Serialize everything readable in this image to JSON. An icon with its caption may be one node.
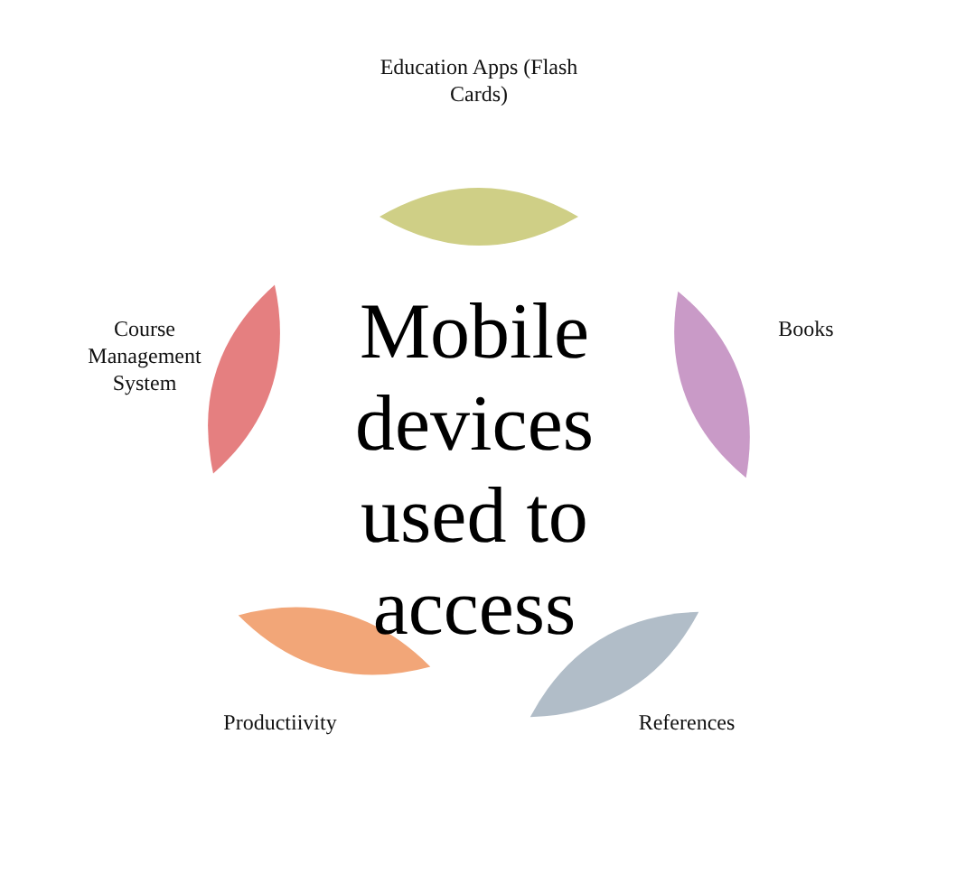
{
  "diagram": {
    "nodes": [
      {
        "text": [
          "Education Apps (Flash Cards)"
        ]
      },
      {
        "text": [
          "Books"
        ]
      },
      {
        "text": [
          "References"
        ]
      },
      {
        "text": [
          "Productiivity"
        ]
      },
      {
        "text": [
          "Course Management System"
        ]
      }
    ],
    "labels": [
      "Mobile devices used to access"
    ]
  }
}
